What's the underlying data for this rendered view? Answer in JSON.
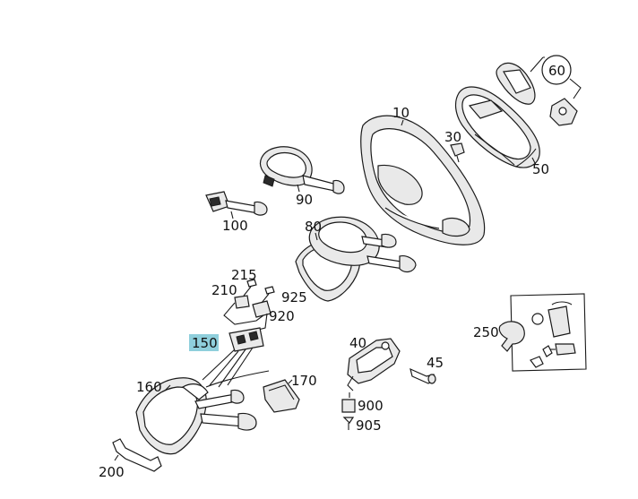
{
  "diagram": {
    "highlight_color": "#8fcfdc",
    "callouts": {
      "c10": "10",
      "c30": "30",
      "c40": "40",
      "c45": "45",
      "c50": "50",
      "c60": "60",
      "c80": "80",
      "c90": "90",
      "c100": "100",
      "c150": "150",
      "c160": "160",
      "c170": "170",
      "c200": "200",
      "c210": "210",
      "c215": "215",
      "c250": "250",
      "c900": "900",
      "c905": "905",
      "c920": "920",
      "c925": "925"
    }
  }
}
